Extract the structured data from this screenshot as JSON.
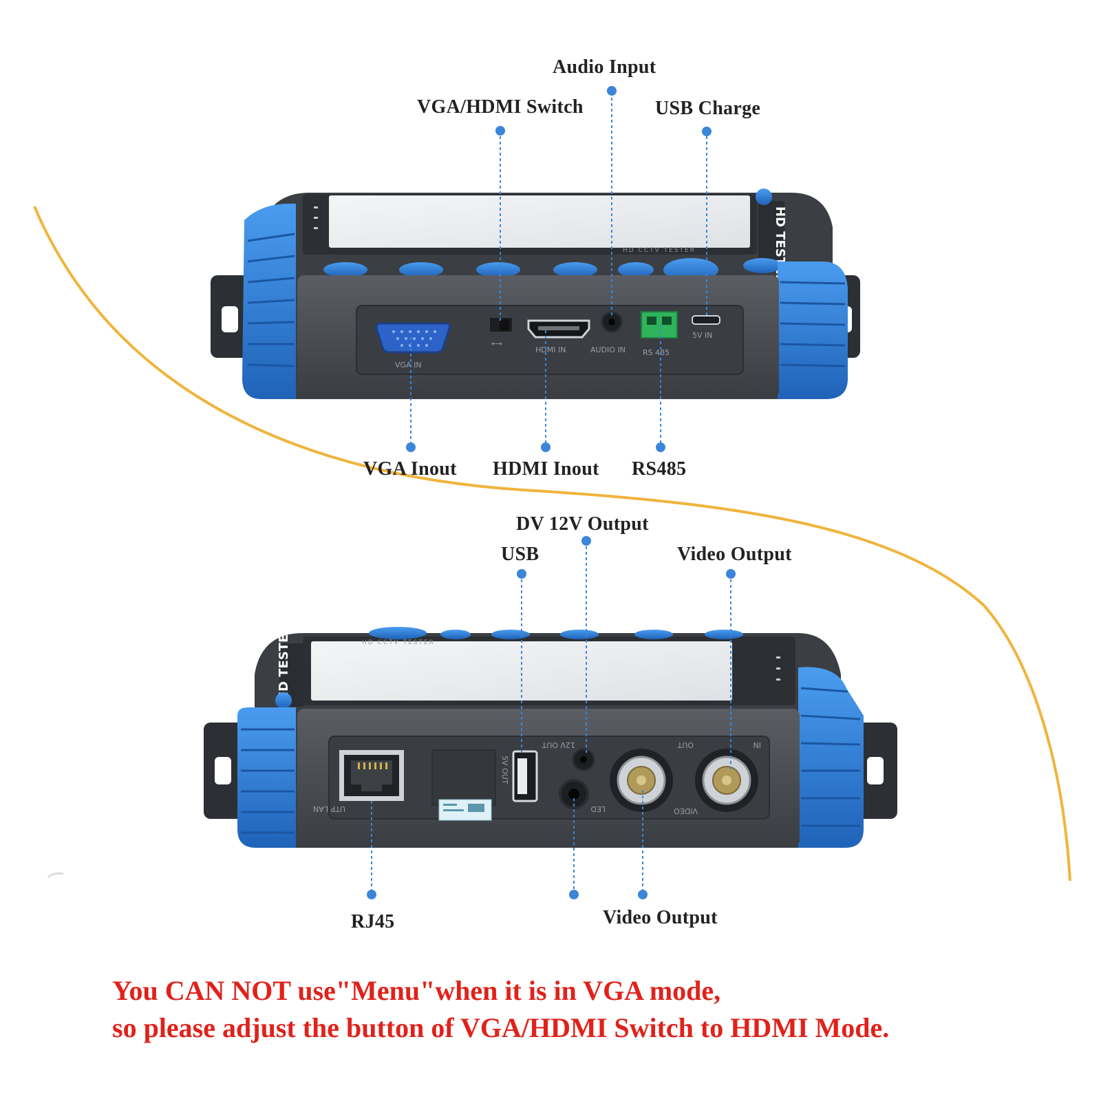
{
  "top_labels": {
    "audio_input": "Audio Input",
    "vga_hdmi_switch": "VGA/HDMI Switch",
    "usb_charge": "USB Charge",
    "vga_inout": "VGA Inout",
    "hdmi_inout": "HDMI Inout",
    "rs485": "RS485"
  },
  "bottom_labels": {
    "dv_12v_output": "DV 12V Output",
    "usb": "USB",
    "video_output_top": "Video Output",
    "rj45": "RJ45",
    "video_output_bottom": "Video Output"
  },
  "warning": {
    "line1": "You CAN NOT use\"Menu\"when it is in VGA mode,",
    "line2": "so please adjust the button of VGA/HDMI Switch to HDMI Mode."
  },
  "port_print_top": {
    "vga_in": "VGA IN",
    "hdmi_in": "HDMI IN",
    "audio_in": "AUDIO IN",
    "rs485": "RS 485",
    "five_v_in": "5V IN",
    "brand": "HD TESTER",
    "model_caption": "HD CCTV TESTER"
  },
  "port_print_bottom": {
    "utp_lan": "UTP LAN",
    "five_v_out": "5V OUT",
    "twelve_v_out": "12V OUT",
    "led": "LED",
    "video": "VIDEO",
    "out": "OUT",
    "in": "IN",
    "brand": "HD TESTER",
    "model_caption": "HD CCTV TESTER"
  },
  "colors": {
    "accent_blue": "#2d7fdc",
    "body_gray": "#4b4f55",
    "panel_gray": "#3c4045",
    "curve_gold": "#f0b43c",
    "dot_blue": "#3b86d9",
    "warning_red": "#e0221b"
  }
}
